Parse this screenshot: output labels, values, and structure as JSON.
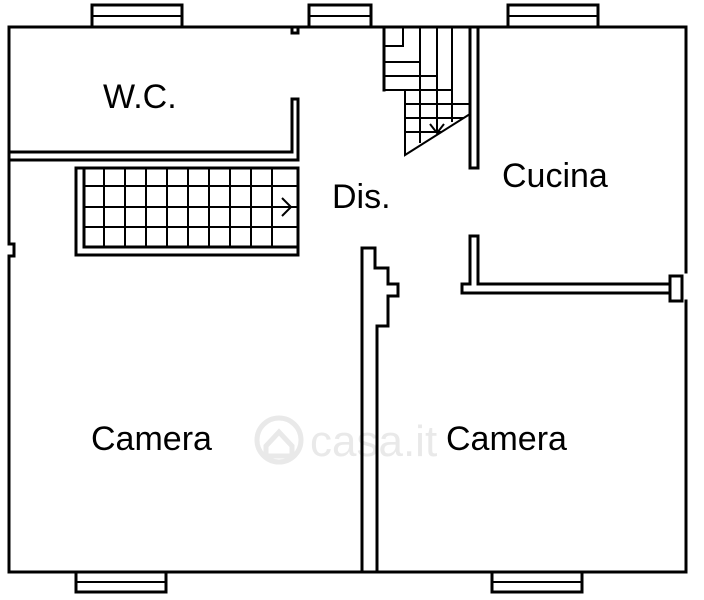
{
  "plan": {
    "rooms": [
      {
        "id": "wc",
        "label": "W.C."
      },
      {
        "id": "dis",
        "label": "Dis."
      },
      {
        "id": "cucina",
        "label": "Cucina"
      },
      {
        "id": "camera-left",
        "label": "Camera"
      },
      {
        "id": "camera-right",
        "label": "Camera"
      }
    ],
    "watermark": "casa.it"
  },
  "colors": {
    "wall": "#000000",
    "window": "#000000",
    "background": "#ffffff",
    "watermark": "#e7e7e7"
  },
  "icons": {
    "watermark": "house-logo-icon",
    "stairs": "stair-arrow-icon"
  }
}
